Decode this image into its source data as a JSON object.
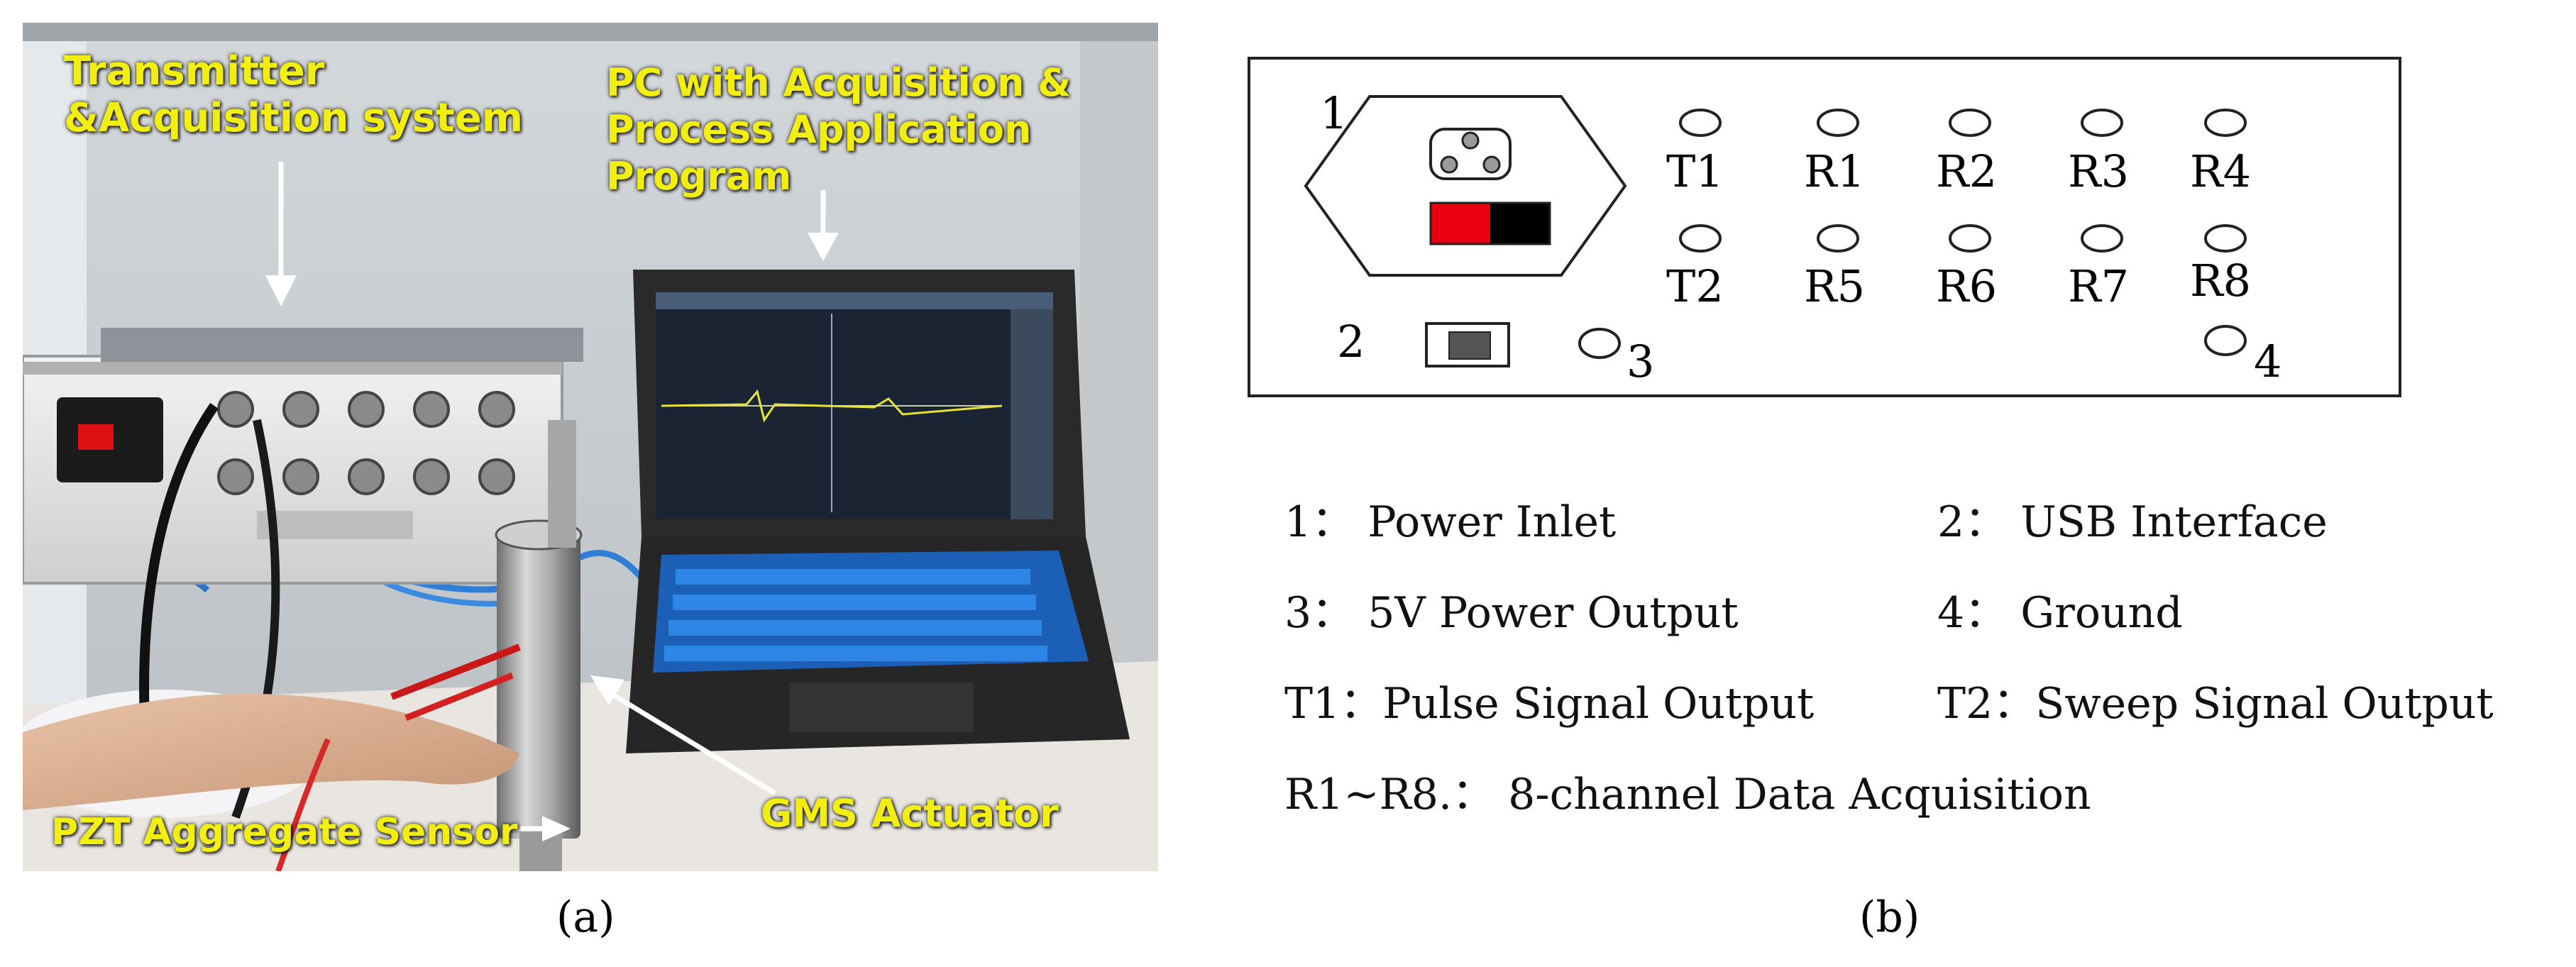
{
  "photo": {
    "labels": {
      "transmitter": "Transmitter &Acquisition system",
      "pc": "PC  with  Acquisition & Process Application Program",
      "pzt": "PZT Aggregate Sensor",
      "gms": "GMS Actuator"
    }
  },
  "captions": {
    "a": "(a)",
    "b": "(b)"
  },
  "panel": {
    "power_inlet_number": "1",
    "usb_number": "2",
    "power_output_number": "3",
    "ground_number": "4",
    "row1": [
      "T1",
      "R1",
      "R2",
      "R3",
      "R4"
    ],
    "row2": [
      "T2",
      "R5",
      "R6",
      "R7",
      "R8"
    ],
    "colors": {
      "plug_red": "#e8000f",
      "plug_black": "#000000",
      "usb_fill": "#555555"
    }
  },
  "legend": [
    "1：  Power Inlet",
    "2：  USB Interface",
    "3：  5V Power Output",
    "4：  Ground",
    "T1：Pulse Signal Output",
    "T2：Sweep Signal Output",
    "R1~R8.：  8-channel Data Acquisition"
  ]
}
